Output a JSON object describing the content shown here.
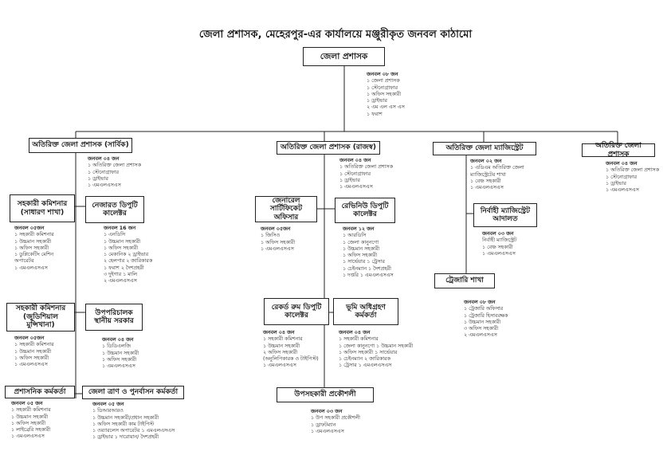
{
  "title": "জেলা প্রশাসক, মেহেরপুর-এর কার্যালয়ে মঞ্জুরীকৃত জনবল কাঠামো",
  "nodes": {
    "dc": {
      "label": "জেলা প্রশাসক",
      "staff": [
        "জনবল ০৮ জন",
        "১ জেলা প্রশাসক",
        "১ স্টেনোগ্রাফার",
        "১ অফিস সহকারী",
        "১ ড্রাইভার",
        "২ এম এল এস এস",
        "১ ফরাশ"
      ]
    },
    "adc_gen": {
      "label": "অতিরিক্ত জেলা প্রশাসক (সার্বিক)",
      "staff": [
        "জনবল ০৪ জন",
        "১ অতিরিক্ত জেলা প্রশাসক",
        "১ স্টেনোগ্রাফার",
        "১ ড্রাইভার",
        "১ এমএলএসএস"
      ]
    },
    "adc_rev": {
      "label": "অতিরিক্ত জেলা প্রশাসক (রাজস্ব)",
      "staff": [
        "জনবল ০৪ জন",
        "১ অতিরিক্ত জেলা প্রশাসক",
        "১ স্টেনোগ্রাফার",
        "১ ড্রাইভার",
        "১ এমএলএসএস"
      ]
    },
    "adm": {
      "label": "অতিরিক্ত জেলা ম্যাজিস্ট্রেট",
      "staff": [
        "জনবল ০২ জন",
        "১ এডিএম অতিরিক্ত জেলা",
        "ম্যাজিস্ট্রেটের শাখা",
        "১ বেঞ্চ সহকারী",
        "১ এমএলএসএস"
      ]
    },
    "adc_other": {
      "label": "অতিরিক্ত জেলা প্রশাসক",
      "staff": [
        "জনবল ০৪ জন",
        "১ অতিরিক্ত জেলা প্রশাসক",
        "১ স্টেনোগ্রাফার",
        "১ ড্রাইভার",
        "১ এমএলএসএস"
      ]
    },
    "ac_general": {
      "label": "সহকারী কমিশনার (সাধারণ শাখা)",
      "staff": [
        "জনবল ০৫জন",
        "১ সহকারী কমিশনার",
        "১ উচ্চমান সহকারী",
        "১ অফিস সহকারী",
        "১ ডুপ্লিকেটিং মেশিন",
        "অপারেটর",
        "১ এমএলএসএস"
      ]
    },
    "nezarat": {
      "label": "নেজারত ডিপুটি কালেক্টর",
      "staff": [
        "জনবল 16 জন",
        "১ এনডিসি",
        "১ উচ্চমান সহকারী",
        "১ অফিস সহকারী",
        "১ মেকানিক ২ ড্রাইভার",
        "২ হেলপার ২ জারিকারক",
        "১ ফরাশ ২ দৈশপ্রহরী",
        "৩ দুইগার ১ মালি",
        "২ এমএলএসএস"
      ]
    },
    "gc_officer": {
      "label": "জেনারেল সার্টিফিকেট অফিসার",
      "staff": [
        "জনবল ০৫জন",
        "১ জিসিও",
        "১ অফিস সহকারী",
        "১ এমএলএসএস"
      ]
    },
    "rev_deputy": {
      "label": "রেভিনিউ ডিপুটি কালেক্টর",
      "staff": [
        "জনবল ১২ জন",
        "১ আরডিসি",
        "১ জেলা কানুনগো",
        "১ উচ্চমান সহকারী",
        "১ অফিস সহকারী",
        "১ সার্ভেয়ার ১ ট্রেসার",
        "১ চেইনম্যান ১ দৈশপ্রহরী",
        "১ দপ্তরি ১ এমএলএসএস"
      ]
    },
    "exec_mag": {
      "label": "নির্বাহী ম্যাজিস্ট্রেট আদালত",
      "staff": [
        "জনবল ০৩ জন",
        "নির্বাহী ম্যাজিস্ট্রেট",
        "১ বেঞ্চ সহকারী",
        "১ এমএলএসএস"
      ]
    },
    "treasury": {
      "label": "ট্রেজারি শাখা",
      "staff": [
        "জনবল ০৮ জন",
        "১ ট্রেজারি অফিসার",
        "১ ট্রেজারি হিসাবরক্ষক",
        "১ উচ্চমান সহকারী",
        "৩ অফিস সহকারী",
        "২ এমএলএসএস"
      ]
    },
    "ac_judicial": {
      "label": "সহকারী কমিশনার (জুডিশিয়াল মুন্সিখানা)",
      "staff": [
        "জনবল ০৫জন",
        "১ সহকারী কমিশনার",
        "১ উচ্চমান সহকারী",
        "১ অফিস সহকারী",
        "১ এমএলএসএস"
      ]
    },
    "dd_lg": {
      "label": "উপপরিচালক স্থানীয় সরকার",
      "staff": [
        "জনবল ০৪ জন",
        "১ ডিডিএলজি",
        "১ উচ্চমান সহকারী",
        "১ অফিস সহকারী",
        "১ এমএলএসএস"
      ]
    },
    "record_room": {
      "label": "রেকর্ড রুম ডিপুটি কালেক্টর",
      "staff": [
        "জনবল ০৪ জন",
        "১ সহকারী কমিশনার",
        "১ উচ্চমান সহকারী",
        "২ অফিস সহকারী",
        "(অনুলিপিকারক ও টাইপিস্ট)",
        "১ এমএলএসএস"
      ]
    },
    "land_acq": {
      "label": "ভূমি অধিগ্রহণ কর্মকর্তা",
      "staff": [
        "জনবল ০৪ জন",
        "১ সহকারী কমিশনার",
        "১ জেলা কানুনগো ১ উচ্চমান সহকারী",
        "১ অফিস সহকারী ১ সার্ভেয়ার",
        "১ চেইনম্যান ২ জারিকারক",
        "১ ট্রেসার ১ এমএলএসএস"
      ]
    },
    "admin_officer": {
      "label": "প্রশাসনিক কর্মকর্তা",
      "staff": [
        "জনবল ০৫ জন",
        "১ সহকারী কমিশনার",
        "১ উচ্চমান সহকারী",
        "১ অফিস সহকারী",
        "১ লাইব্রেরি সহকারী",
        "১ এমএলএসএস"
      ]
    },
    "relief": {
      "label": "জেলা ত্রাণ ও পুনর্বাসন কর্মকর্তা",
      "staff": [
        "জনবল ০৫ জন",
        "১ ডিআরআরও",
        "১ উচ্চমান সহকারী/প্রধান সহকারী",
        "১ অফিস সহকারী কাম টাইপিস্ট",
        "১ ওয়্যারলেস অপারেটর ১ এমএলএসএস",
        "১ ড্রাইভার ১ দারোয়ান/ দৈশপ্রহরী"
      ]
    },
    "sub_eng": {
      "label": "উপসহকারী প্রকৌশলী",
      "staff": [
        "জনবল ০৩ জন",
        "১ উপ সহকারী প্রকৌশলী",
        "১ ড্রাফটম্যান",
        "১ এমএলএসএস"
      ]
    }
  }
}
